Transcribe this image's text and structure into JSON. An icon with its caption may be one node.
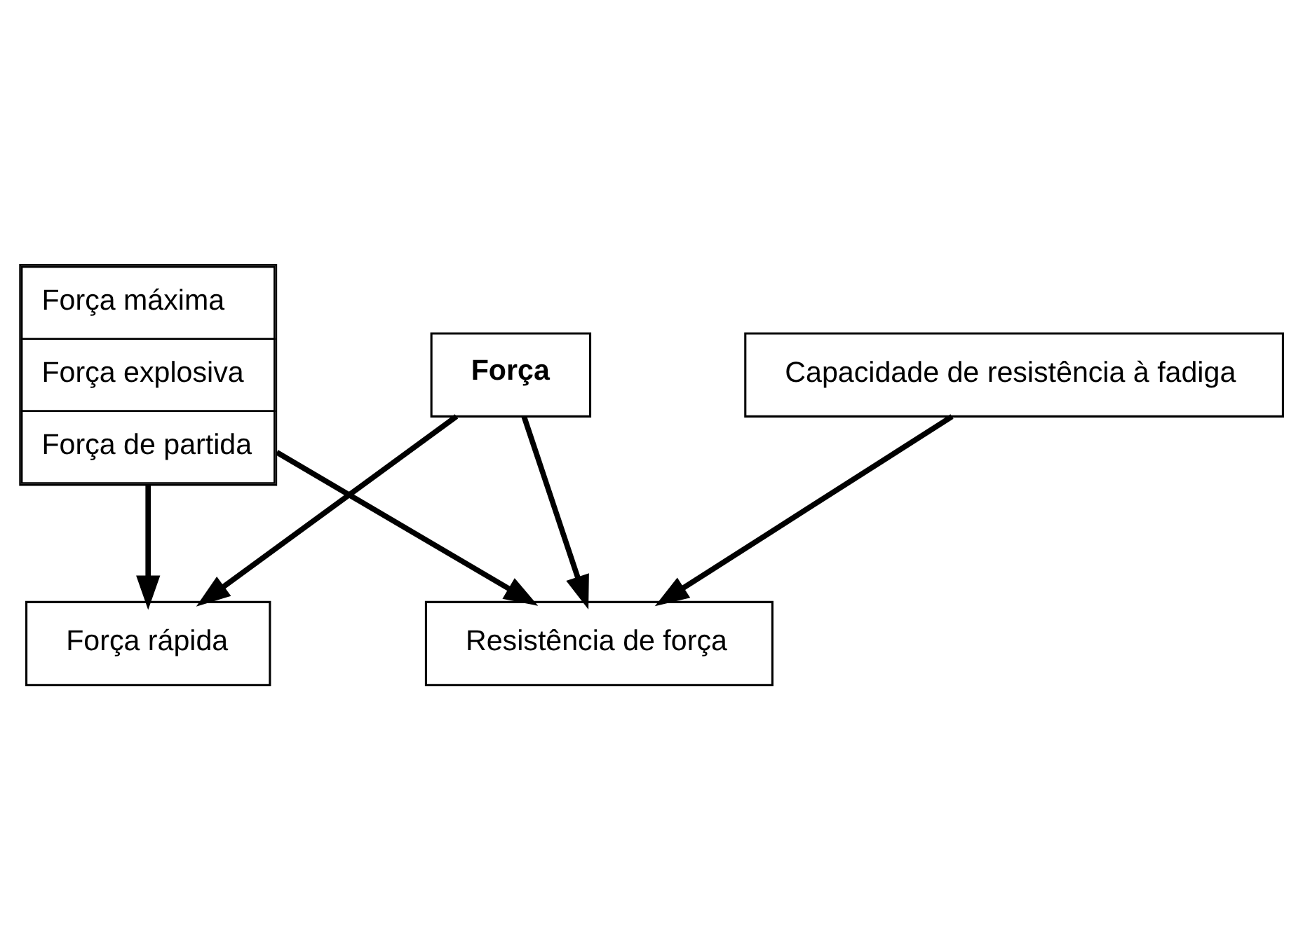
{
  "diagram": {
    "nodes": [
      {
        "text": [
          "Força"
        ]
      },
      {
        "text": [
          "Força rápida"
        ]
      },
      {
        "text": [
          "Resistência de força"
        ]
      },
      {
        "text": [
          "Força máxima",
          "Força explosiva",
          "Força de partida"
        ]
      },
      {
        "text": [
          "Capacidade de resistência à fadiga"
        ]
      }
    ],
    "edges": [
      {
        "from": 0,
        "to": 1,
        "arrow": "to"
      },
      {
        "from": 0,
        "to": 2,
        "arrow": "to"
      },
      {
        "from": 3,
        "to": 1,
        "arrow": "to"
      },
      {
        "from": 3,
        "to": 2,
        "arrow": "to"
      },
      {
        "from": 4,
        "to": 2,
        "arrow": "to"
      }
    ]
  }
}
